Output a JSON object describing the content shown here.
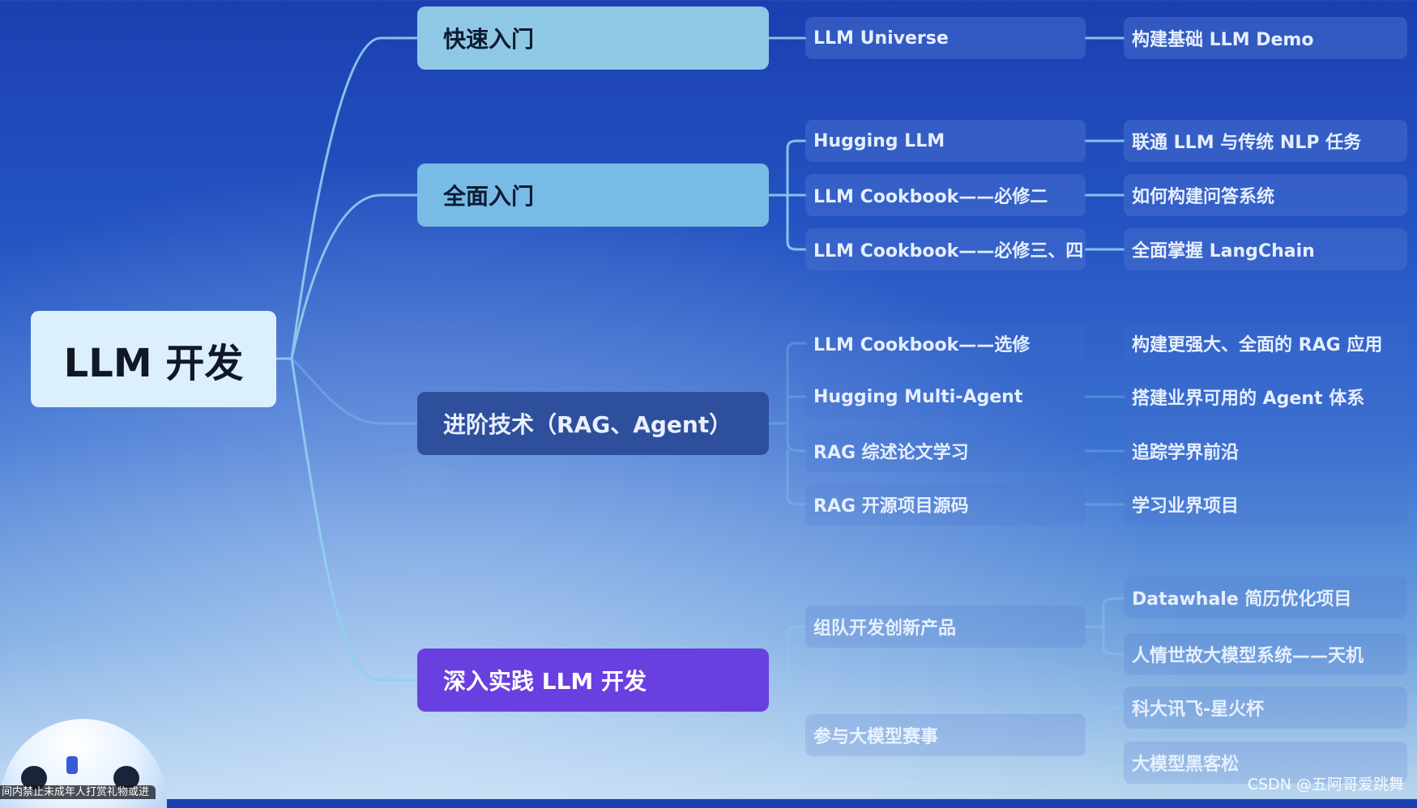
{
  "root": {
    "label": "LLM 开发"
  },
  "branches": [
    {
      "label": "快速入门",
      "items": [
        {
          "mid": "LLM Universe",
          "out": [
            "构建基础 LLM Demo"
          ]
        }
      ]
    },
    {
      "label": "全面入门",
      "items": [
        {
          "mid": "Hugging LLM",
          "out": [
            "联通 LLM 与传统 NLP 任务"
          ]
        },
        {
          "mid": "LLM Cookbook——必修二",
          "out": [
            "如何构建问答系统"
          ]
        },
        {
          "mid": "LLM Cookbook——必修三、四",
          "out": [
            "全面掌握 LangChain"
          ]
        }
      ]
    },
    {
      "label": "进阶技术（RAG、Agent）",
      "items": [
        {
          "mid": "LLM Cookbook——选修",
          "out": [
            "构建更强大、全面的 RAG 应用"
          ]
        },
        {
          "mid": "Hugging Multi-Agent",
          "out": [
            "搭建业界可用的 Agent 体系"
          ]
        },
        {
          "mid": "RAG 综述论文学习",
          "out": [
            "追踪学界前沿"
          ]
        },
        {
          "mid": "RAG 开源项目源码",
          "out": [
            "学习业界项目"
          ]
        }
      ]
    },
    {
      "label": "深入实践 LLM 开发",
      "items": [
        {
          "mid": "组队开发创新产品",
          "out": [
            "Datawhale 简历优化项目",
            "人情世故大模型系统——天机"
          ]
        },
        {
          "mid": "参与大模型赛事",
          "out": [
            "科大讯飞-星火杯",
            "大模型黑客松"
          ]
        }
      ]
    }
  ],
  "overlay": {
    "watermark": "CSDN @五阿哥爱跳舞",
    "notice": "间内禁止未成年人打赏礼物或进"
  },
  "colors": {
    "link": "#8fd0f0",
    "branch_quick": "#8fc8e4",
    "branch_full": "#78bbe6",
    "branch_adv": "#2e4f9c",
    "branch_deep": "#6a3fe0"
  }
}
